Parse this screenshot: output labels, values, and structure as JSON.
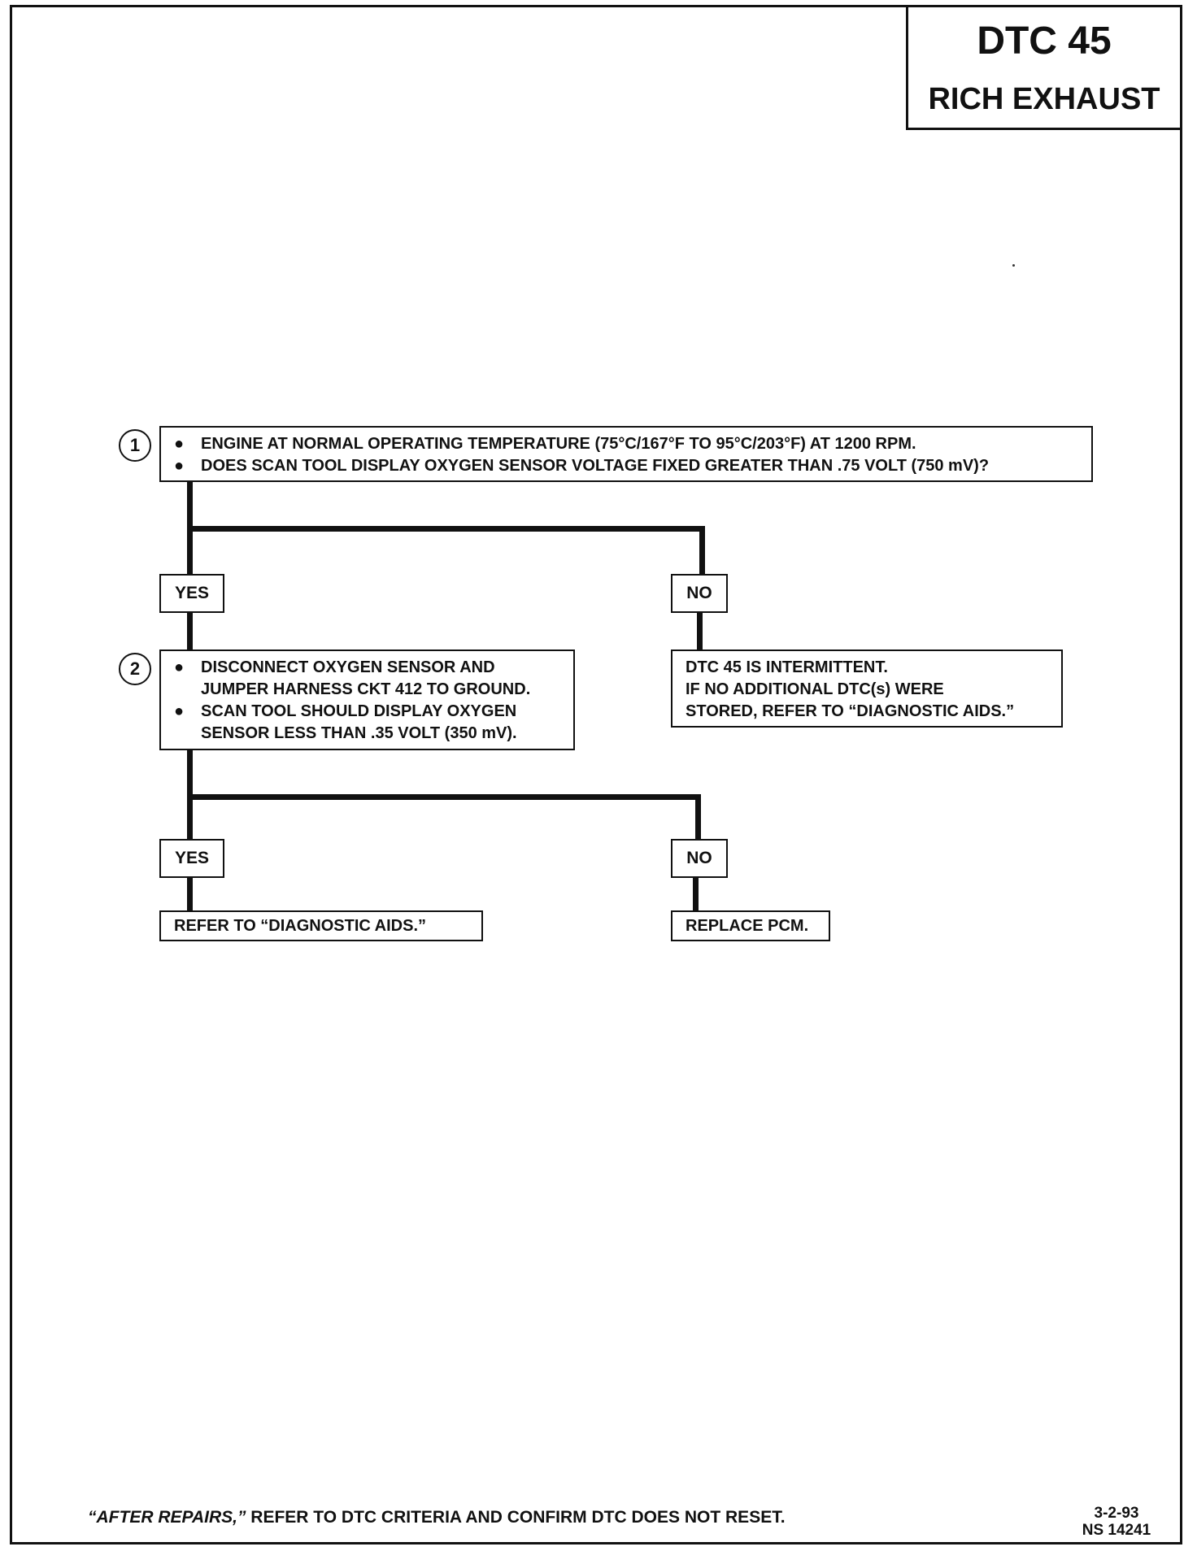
{
  "header": {
    "code": "DTC 45",
    "name": "RICH EXHAUST"
  },
  "step1": {
    "number": "1",
    "lines": [
      "ENGINE AT NORMAL OPERATING TEMPERATURE (75°C/167°F TO 95°C/203°F) AT 1200 RPM.",
      "DOES SCAN TOOL DISPLAY OXYGEN SENSOR VOLTAGE  FIXED GREATER THAN .75 VOLT (750 mV)?"
    ]
  },
  "branch1": {
    "yes": "YES",
    "no": "NO"
  },
  "step2": {
    "number": "2",
    "bullet1": [
      "DISCONNECT OXYGEN SENSOR AND",
      "JUMPER HARNESS CKT 412 TO GROUND."
    ],
    "bullet2": [
      "SCAN TOOL SHOULD DISPLAY OXYGEN",
      "SENSOR LESS THAN .35 VOLT (350 mV)."
    ]
  },
  "no_result1": [
    "DTC 45 IS INTERMITTENT.",
    "IF NO ADDITIONAL DTC(s) WERE",
    "STORED, REFER TO “DIAGNOSTIC AIDS.”"
  ],
  "branch2": {
    "yes": "YES",
    "no": "NO"
  },
  "yes_result2": "REFER TO “DIAGNOSTIC AIDS.”",
  "no_result2": "REPLACE PCM.",
  "footer": {
    "note_italic": "“AFTER REPAIRS,”",
    "note_text": " REFER TO DTC CRITERIA  AND CONFIRM DTC DOES NOT RESET.",
    "date": "3-2-93",
    "ref": "NS 14241"
  }
}
